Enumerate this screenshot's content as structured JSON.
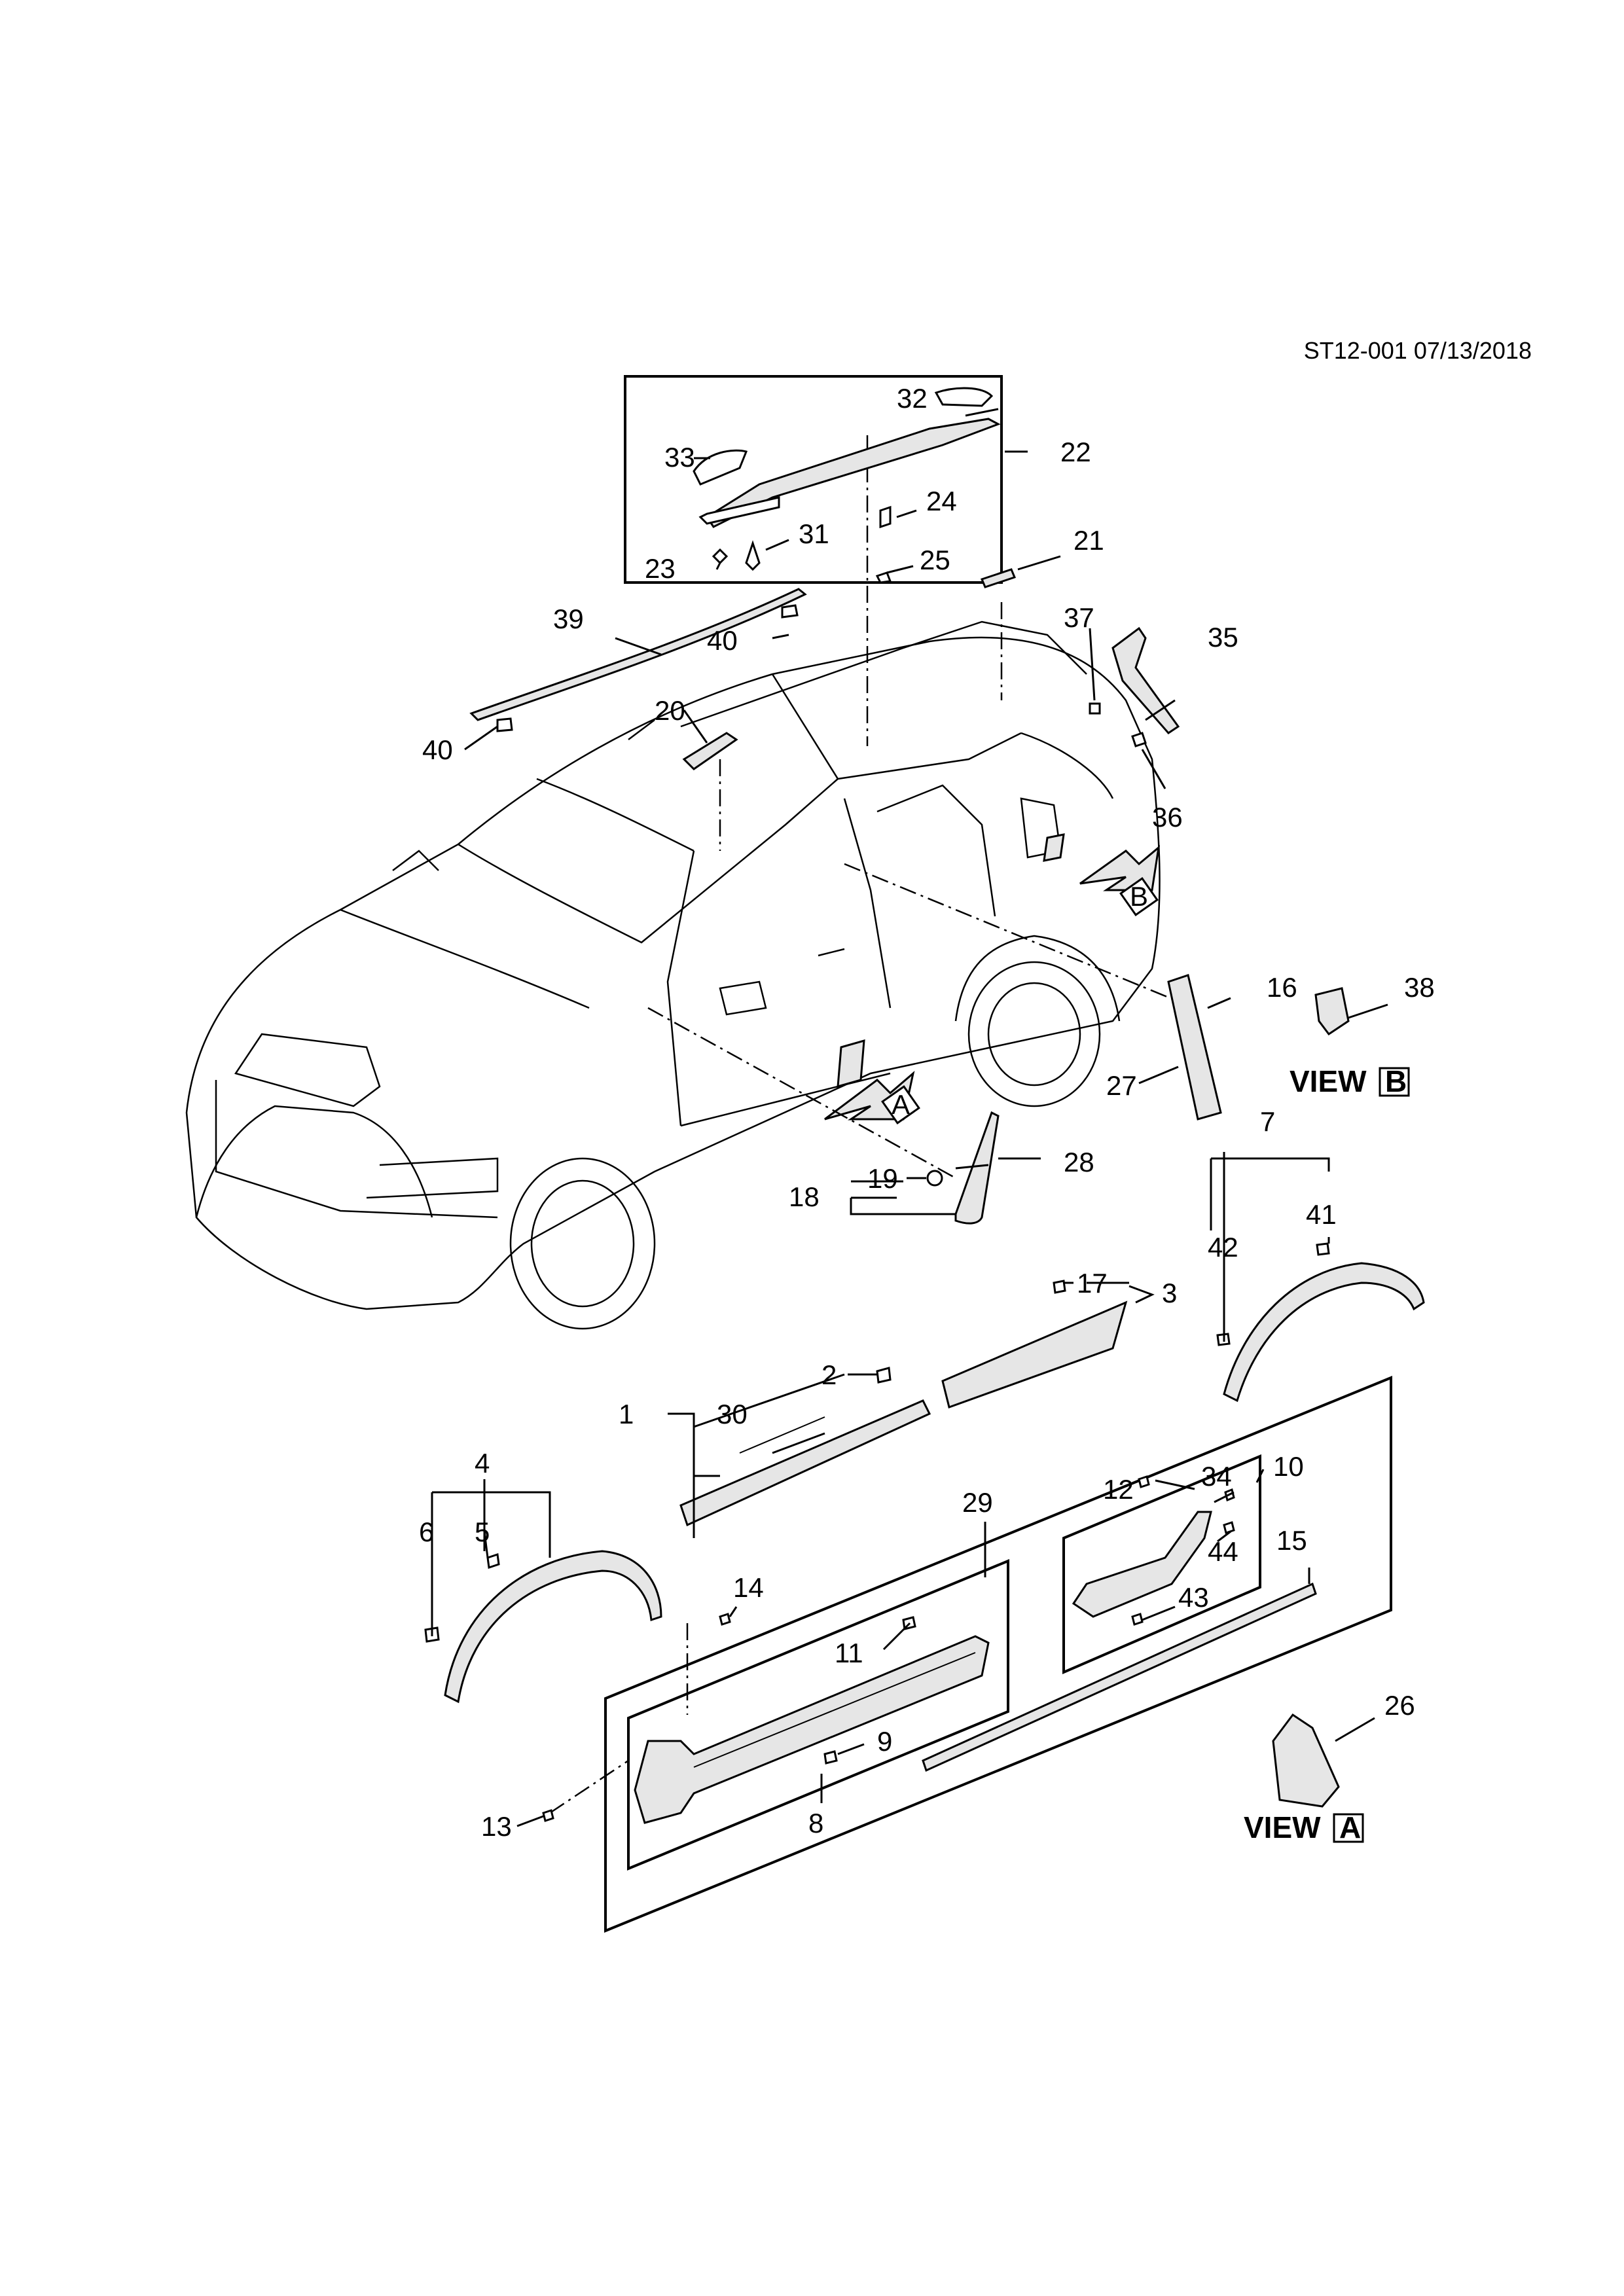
{
  "drawing": {
    "reference": "ST12-001 07/13/2018",
    "view_a_word": "VIEW",
    "view_a_letter": "A",
    "view_b_word": "VIEW",
    "view_b_letter": "B",
    "arrow_a_letter": "A",
    "arrow_b_letter": "B"
  },
  "callouts": {
    "c1": "1",
    "c2": "2",
    "c3": "3",
    "c4": "4",
    "c5": "5",
    "c6": "6",
    "c7": "7",
    "c8": "8",
    "c9": "9",
    "c10": "10",
    "c11": "11",
    "c12": "12",
    "c13": "13",
    "c14": "14",
    "c15": "15",
    "c16": "16",
    "c17": "17",
    "c18": "18",
    "c19": "19",
    "c20": "20",
    "c21": "21",
    "c22": "22",
    "c23": "23",
    "c24": "24",
    "c25": "25",
    "c26": "26",
    "c27": "27",
    "c28": "28",
    "c29": "29",
    "c30": "30",
    "c31": "31",
    "c32": "32",
    "c33": "33",
    "c34": "34",
    "c35": "35",
    "c36": "36",
    "c37": "37",
    "c38": "38",
    "c39": "39",
    "c40a": "40",
    "c40b": "40",
    "c41": "41",
    "c42": "42",
    "c43": "43",
    "c44": "44"
  }
}
